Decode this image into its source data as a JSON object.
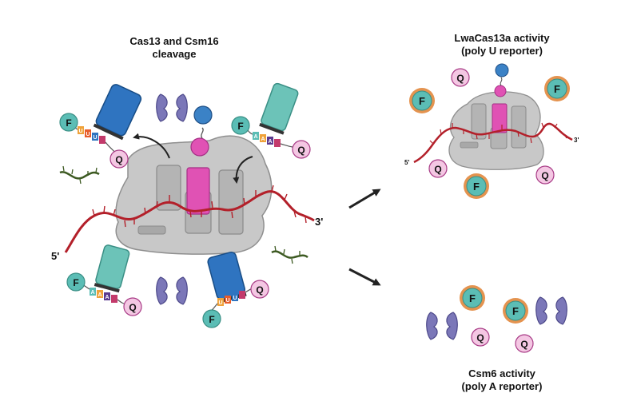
{
  "titles": {
    "left": [
      "Cas13 and Csm16",
      "cleavage"
    ],
    "top_right": [
      "LwaCas13a activity",
      "(poly U reporter)"
    ],
    "bottom_right": [
      "Csm6 activity",
      "(poly A reporter)"
    ]
  },
  "labels": {
    "fluor": "F",
    "quench": "Q",
    "base_u": "U",
    "base_a": "A",
    "five_prime": "5'",
    "three_prime": "3'"
  },
  "colors": {
    "complex_gray": "#c8c8c8",
    "complex_stroke": "#8a8a8a",
    "crrna_pink": "#e052b4",
    "protein_blue": "#3b82c6",
    "rna_red": "#b3202a",
    "fluor_teal": "#5bbdb5",
    "fluor_ring_orange": "#e4934f",
    "quench_pink": "#f4c7e3",
    "csm6_purple": "#7b77b8",
    "cas13_blue": "#2f74c0",
    "csm16_teal": "#6cc3b8",
    "green_rna": "#3d5a22",
    "arrow_dark": "#222222"
  },
  "icons": [
    "cas13-complex-icon",
    "csm6-dimer-icon",
    "reporter-icon",
    "cleaved-rna-icon",
    "arrow-icon"
  ]
}
